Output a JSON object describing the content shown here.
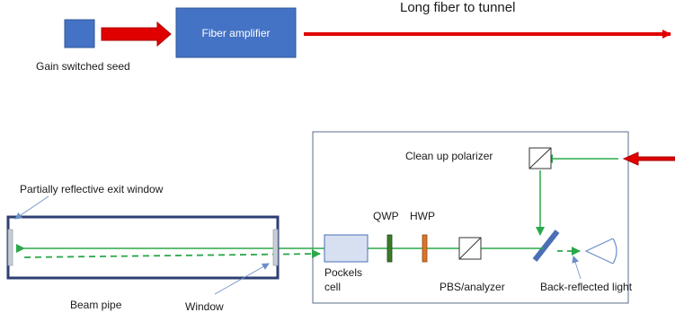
{
  "top": {
    "amplifier_label": "Fiber amplifier",
    "fiber_label": "Long fiber to tunnel",
    "seed_label": "Gain switched seed"
  },
  "bottom": {
    "polarizer_label": "Clean up polarizer",
    "exit_window_label": "Partially reflective exit window",
    "qwp_label": "QWP",
    "hwp_label": "HWP",
    "pockels_label": "Pockels\ncell",
    "pbs_label": "PBS/analyzer",
    "back_reflected_label": "Back-reflected light",
    "beam_pipe_label": "Beam pipe",
    "window_label": "Window"
  },
  "colors": {
    "blue_box": "#4472c4",
    "red_arrow": "#e00000",
    "green_beam": "#2aa84a",
    "pipe_border": "#2f3f73",
    "qwp": "#3d7a2a",
    "hwp": "#d9742b",
    "pockels_fill": "#d6e0f0",
    "mirror": "#4a6fb5"
  }
}
